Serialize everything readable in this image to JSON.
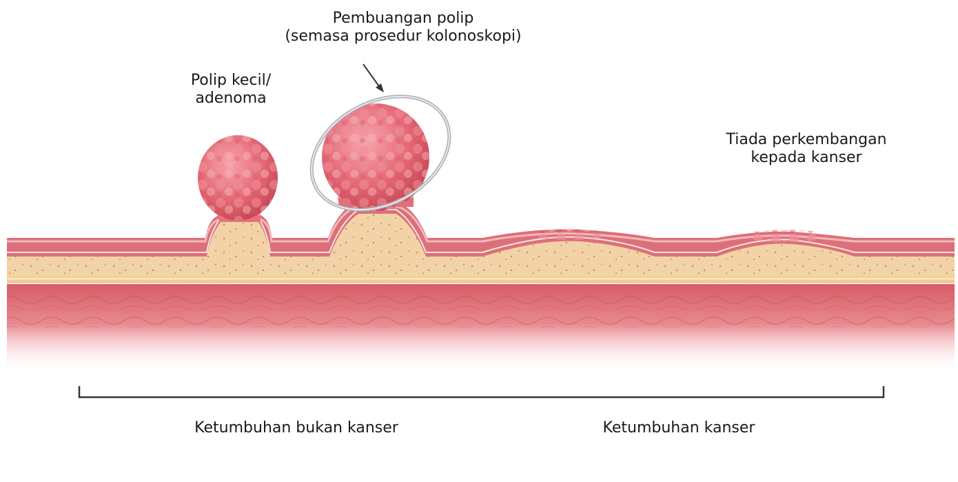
{
  "labels": {
    "polyp_removal": {
      "line1": "Pembuangan polip",
      "line2": "(semasa prosedur kolonoskopi)"
    },
    "small_polyp": {
      "line1": "Polip kecil/",
      "line2": "adenoma"
    },
    "no_progression": {
      "line1": "Tiada perkembangan",
      "line2": "kepada kanser"
    },
    "benign_growth": "Ketumbuhan bukan kanser",
    "cancer_growth": "Ketumbuhan kanser"
  },
  "colors": {
    "mucosa": "#d9646e",
    "mucosa_light": "#efb8b8",
    "submucosa": "#f2d3a7",
    "muscle": "#d65a64",
    "polyp": "#e8707c",
    "snare": "#b8bcc2",
    "bracket": "#333333"
  }
}
